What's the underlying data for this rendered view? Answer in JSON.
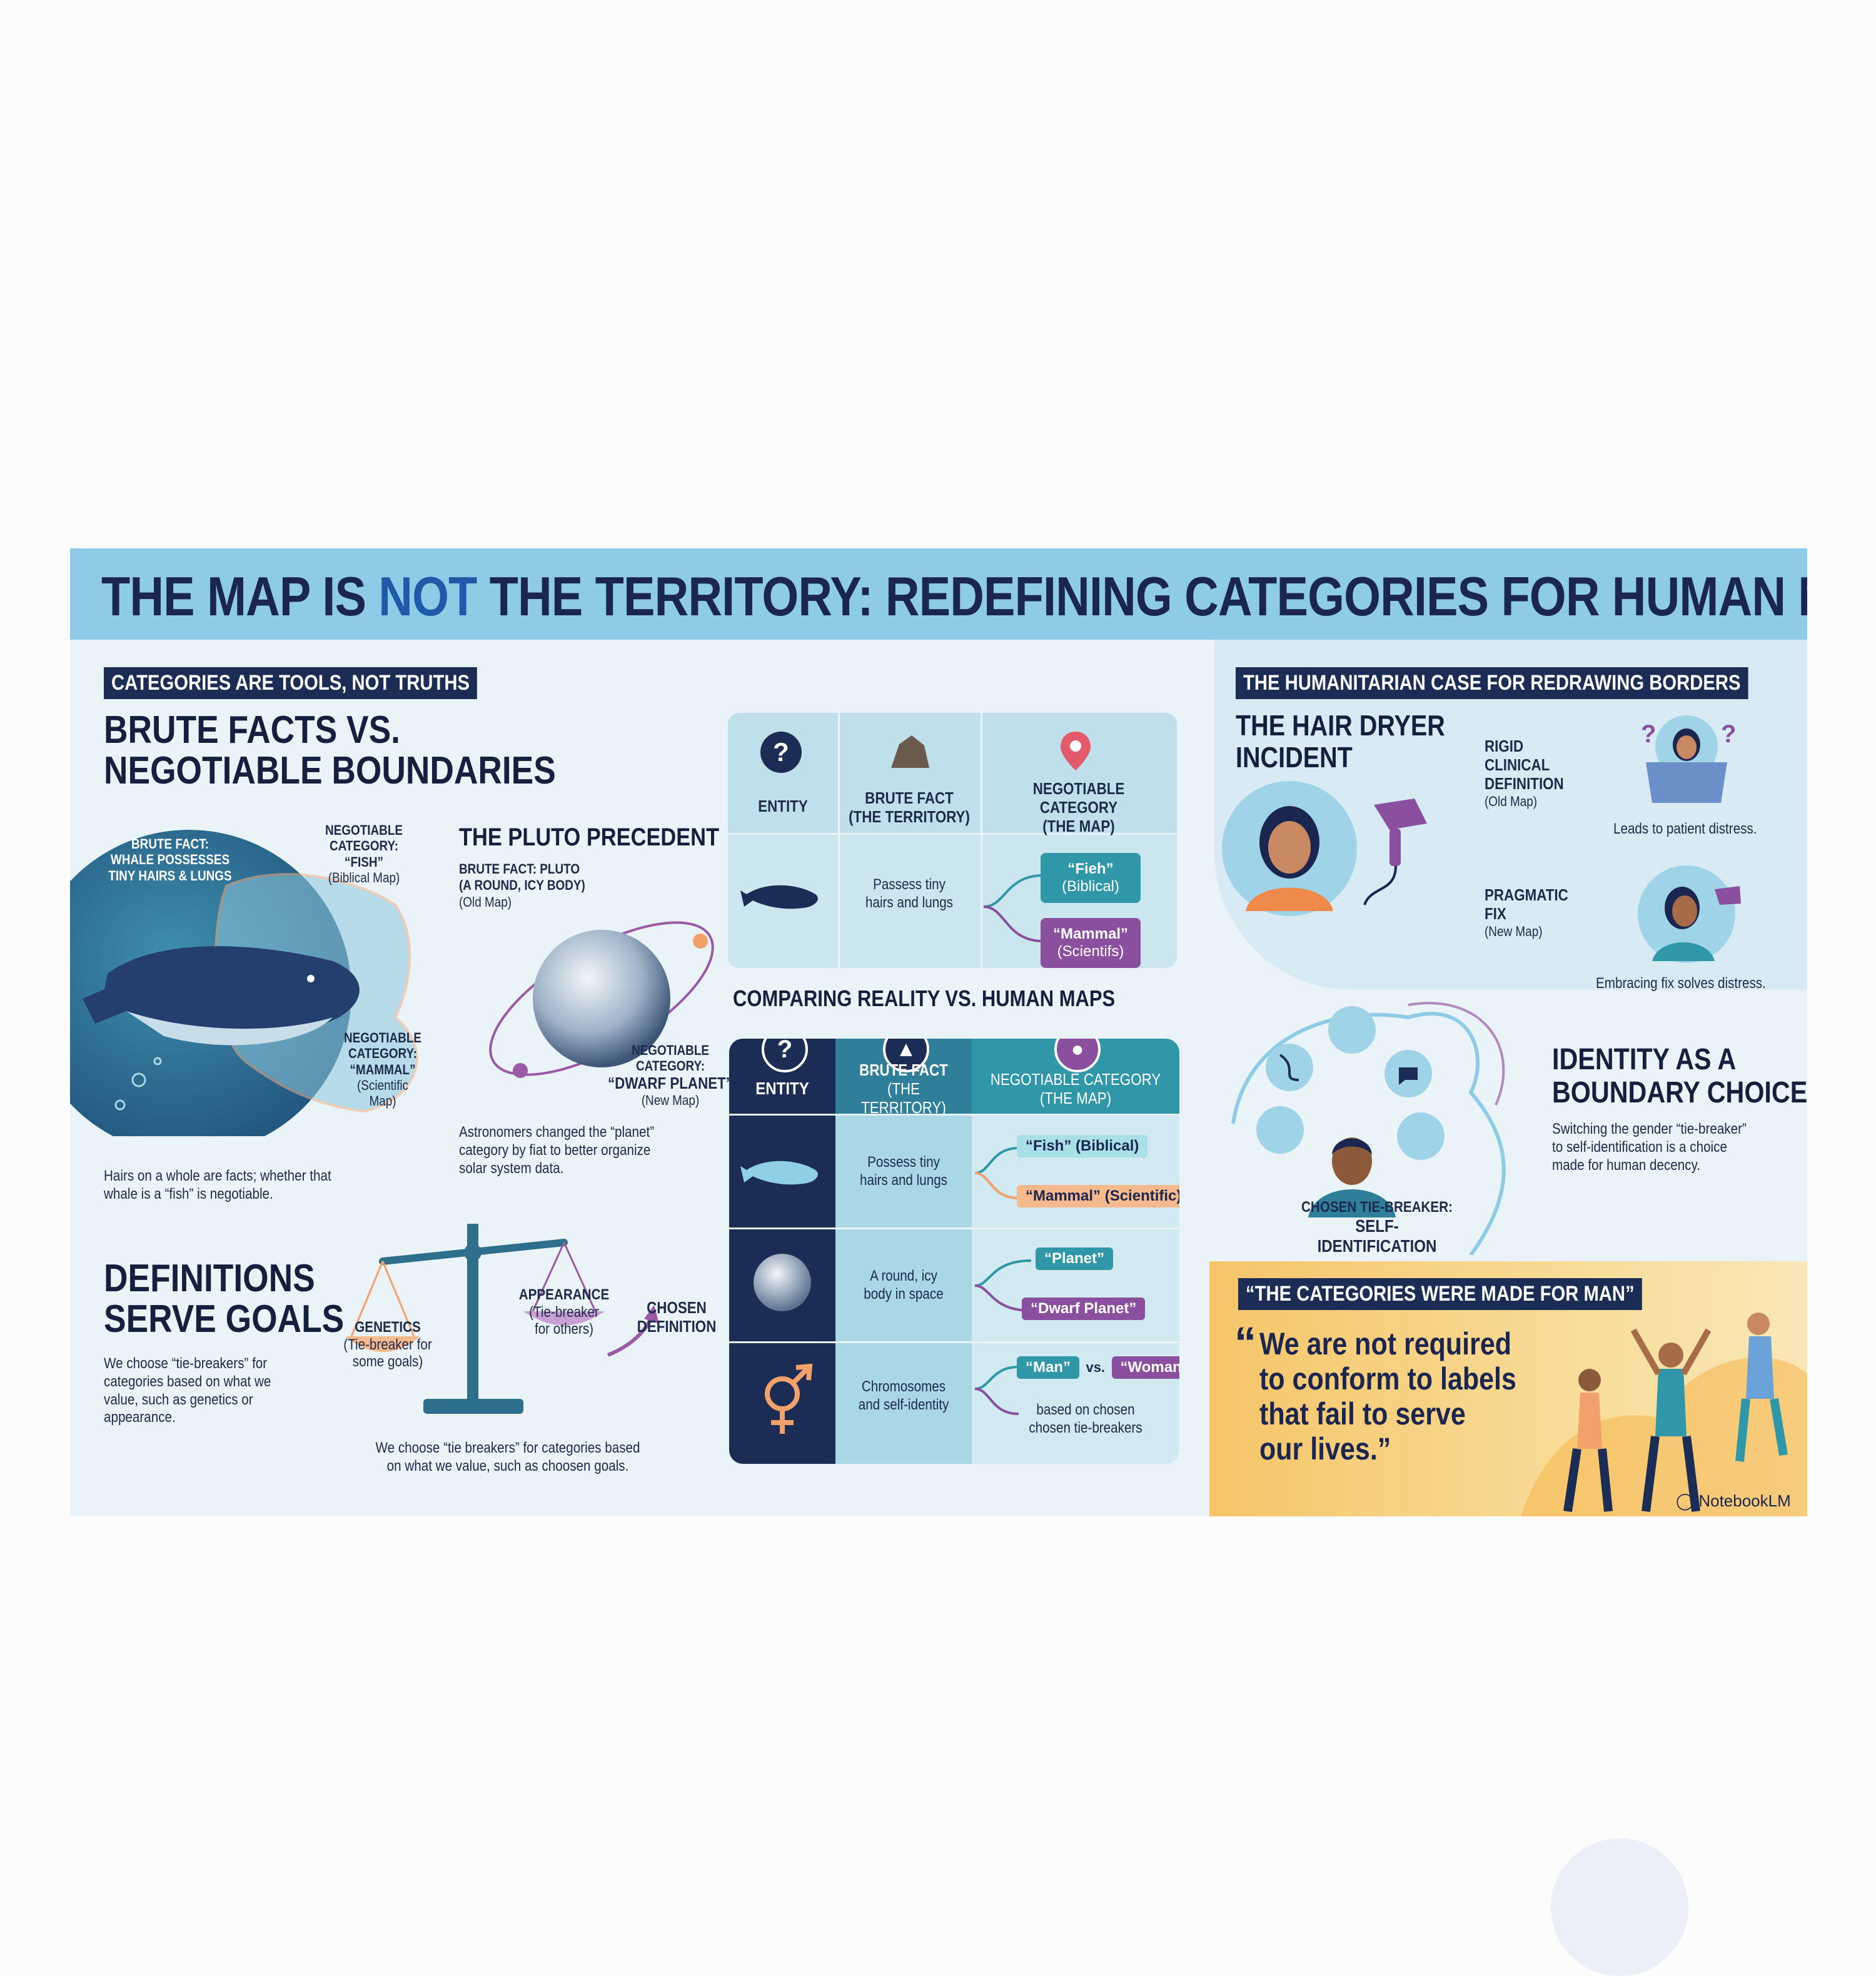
{
  "title": {
    "part1": "THE MAP IS ",
    "highlight": "NOT",
    "part2": " THE TERRITORY: REDEFINING CATEGORIES FOR HUMAN NEEDS"
  },
  "left": {
    "tag": "CATEGORIES ARE TOOLS, NOT TRUTHS",
    "heading_line1": "BRUTE FACTS VS.",
    "heading_line2": "NEGOTIABLE BOUNDARIES",
    "whale_fact_line1": "BRUTE FACT:",
    "whale_fact_line2": "WHALE POSSESSES",
    "whale_fact_line3": "TINY HAIRS & LUNGS",
    "fish_label_line1": "NEGOTIABLE",
    "fish_label_line2": "CATEGORY:",
    "fish_label_line3": "“FISH”",
    "fish_label_line4": "(Biblical Map)",
    "mammal_label_line1": "NEGOTIABLE",
    "mammal_label_line2": "CATEGORY:",
    "mammal_label_line3": "“MAMMAL”",
    "mammal_label_line4": "(Scientific",
    "mammal_label_line5": "Map)",
    "caption_line1": "Hairs on a whole are facts; whether that",
    "caption_line2": "whale is a “fish” is negotiable.",
    "pluto_heading": "THE PLUTO PRECEDENT",
    "pluto_fact_line1": "BRUTE FACT: PLUTO",
    "pluto_fact_line2": "(A ROUND, ICY BODY)",
    "pluto_fact_line3": "(Old Map)",
    "dwarf_label_line1": "NEGOTIABLE",
    "dwarf_label_line2": "CATEGORY:",
    "dwarf_label_line3": "“DWARF PLANET”",
    "dwarf_label_line4": "(New Map)",
    "pluto_caption_line1": "Astronomers changed the “planet”",
    "pluto_caption_line2": "category by fiat to better organize",
    "pluto_caption_line3": "solar system data.",
    "goals_heading_line1": "DEFINITIONS",
    "goals_heading_line2": "SERVE GOALS",
    "goals_caption_line1": "We choose “tie-breakers” for",
    "goals_caption_line2": "categories based on what we",
    "goals_caption_line3": "value, such as genetics or",
    "goals_caption_line4": "appearance.",
    "genetics_line1": "GENETICS",
    "genetics_line2": "(Tie-breaker for",
    "genetics_line3": "some goals)",
    "appearance_line1": "APPEARANCE",
    "appearance_line2": "(Tie-breaker",
    "appearance_line3": "for others)",
    "chosen_line1": "CHOSEN",
    "chosen_line2": "DEFINITION",
    "scale_caption_line1": "We choose “tie breakers” for categories based",
    "scale_caption_line2": "on what we value, such as choosen goals."
  },
  "table_top": {
    "col_entity": "ENTITY",
    "col_fact_line1": "BRUTE FACT",
    "col_fact_line2": "(THE TERRITORY)",
    "col_cat_line1": "NEGOTIABLE CATEGORY",
    "col_cat_line2": "(THE MAP)",
    "fact_line1": "Passess tiny",
    "fact_line2": "hairs and lungs",
    "cat1_line1": "“Fieh”",
    "cat1_line2": "(Biblical)",
    "cat2_line1": "“Mammal”",
    "cat2_line2": "(Scientifs)"
  },
  "table_main": {
    "heading": "COMPARING REALITY VS. HUMAN MAPS",
    "col_entity": "ENTITY",
    "col_fact_line1": "BRUTE FACT",
    "col_fact_line2": "(THE TERRITORY)",
    "col_cat_line1": "NEGOTIABLE CATEGORY",
    "col_cat_line2": "(THE MAP)",
    "rows": [
      {
        "fact_line1": "Possess tiny",
        "fact_line2": "hairs and lungs",
        "cat1": "“Fish” (Biblical)",
        "cat2": "“Mammal” (Scientific)"
      },
      {
        "fact_line1": "A round, icy",
        "fact_line2": "body in space",
        "cat1": "“Planet”",
        "cat2": "“Dwarf Planet”"
      },
      {
        "fact_line1": "Chromosomes",
        "fact_line2": "and self-identity",
        "cat_man": "“Man”",
        "cat_vs": "vs.",
        "cat_woman": "“Woman”",
        "note_line1": "based on chosen",
        "note_line2": "chosen tie-breakers"
      }
    ]
  },
  "right": {
    "tag": "THE HUMANITARIAN CASE FOR REDRAWING BORDERS",
    "hair_heading_line1": "THE HAIR DRYER",
    "hair_heading_line2": "INCIDENT",
    "rigid_line1": "RIGID",
    "rigid_line2": "CLINICAL",
    "rigid_line3": "DEFINITION",
    "rigid_line4": "(Old Map)",
    "rigid_caption": "Leads to patient distress.",
    "pragmatic_line1": "PRAGMATIC",
    "pragmatic_line2": "FIX",
    "pragmatic_line3": "(New Map)",
    "pragmatic_caption": "Embracing fix solves distress.",
    "identity_heading_line1": "IDENTITY AS A",
    "identity_heading_line2": "BOUNDARY CHOICE",
    "identity_caption_line1": "Switching the gender “tie-breaker”",
    "identity_caption_line2": "to self-identification is a choice",
    "identity_caption_line3": "made for human decency.",
    "tiebreaker_line1": "CHOSEN TIE-BREAKER:",
    "tiebreaker_line2": "SELF-IDENTIFICATION",
    "quote_tag": "“THE CATEGORIES WERE MADE FOR MAN”",
    "quote_line1": "We are not required",
    "quote_line2": "to conform to labels",
    "quote_line3": "that fail to serve",
    "quote_line4": "our lives.",
    "quote_open": "“",
    "quote_close": "”",
    "brand": "NotebookLM"
  },
  "colors": {
    "navy": "#1c2d55",
    "teal": "#2f97a8",
    "purple": "#8a4f9e",
    "header": "#8dcbe6",
    "gold": "#f6c568"
  }
}
